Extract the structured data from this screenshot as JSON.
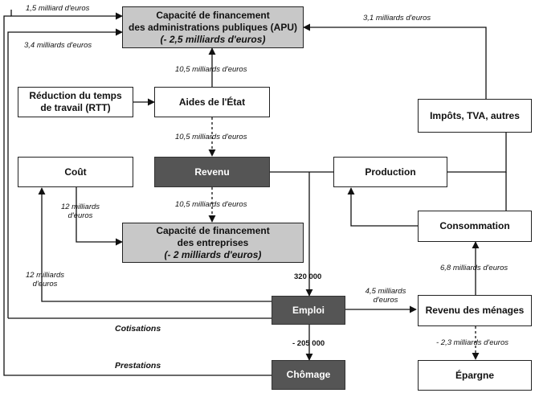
{
  "boxes": {
    "apu_line1": "Capacité de financement",
    "apu_line2": "des administrations publiques (APU)",
    "apu_line3": "(- 2,5 milliards d'euros)",
    "rtt_line1": "Réduction du temps",
    "rtt_line2": "de travail (RTT)",
    "aides": "Aides de l'État",
    "impots": "Impôts, TVA, autres",
    "cout": "Coût",
    "revenu": "Revenu",
    "production": "Production",
    "entreprises_line1": "Capacité de financement",
    "entreprises_line2": "des entreprises",
    "entreprises_line3": "(- 2 milliards d'euros)",
    "consommation": "Consommation",
    "emploi": "Emploi",
    "revenu_menages": "Revenu des ménages",
    "chomage": "Chômage",
    "epargne": "Épargne"
  },
  "labels": {
    "top_left": "1,5 milliard d'euros",
    "top_right": "3,1 milliards d'euros",
    "left_34": "3,4 milliards d'euros",
    "aides_to_apu": "10,5 milliards d'euros",
    "aides_to_revenu": "10,5 milliards d'euros",
    "revenu_to_entreprises": "10,5 milliards d'euros",
    "cout_12_line1": "12 milliards",
    "cout_12_line2": "d'euros",
    "left_12_line1": "12 milliards",
    "left_12_line2": "d'euros",
    "emploi_count": "320 000",
    "emploi_to_menages_line1": "4,5 milliards",
    "emploi_to_menages_line2": "d'euros",
    "menages_to_conso": "6,8 milliards d'euros",
    "menages_to_epargne": "- 2,3 milliards d'euros",
    "chomage_count": "- 205 000",
    "cotisations": "Cotisations",
    "prestations": "Prestations"
  }
}
